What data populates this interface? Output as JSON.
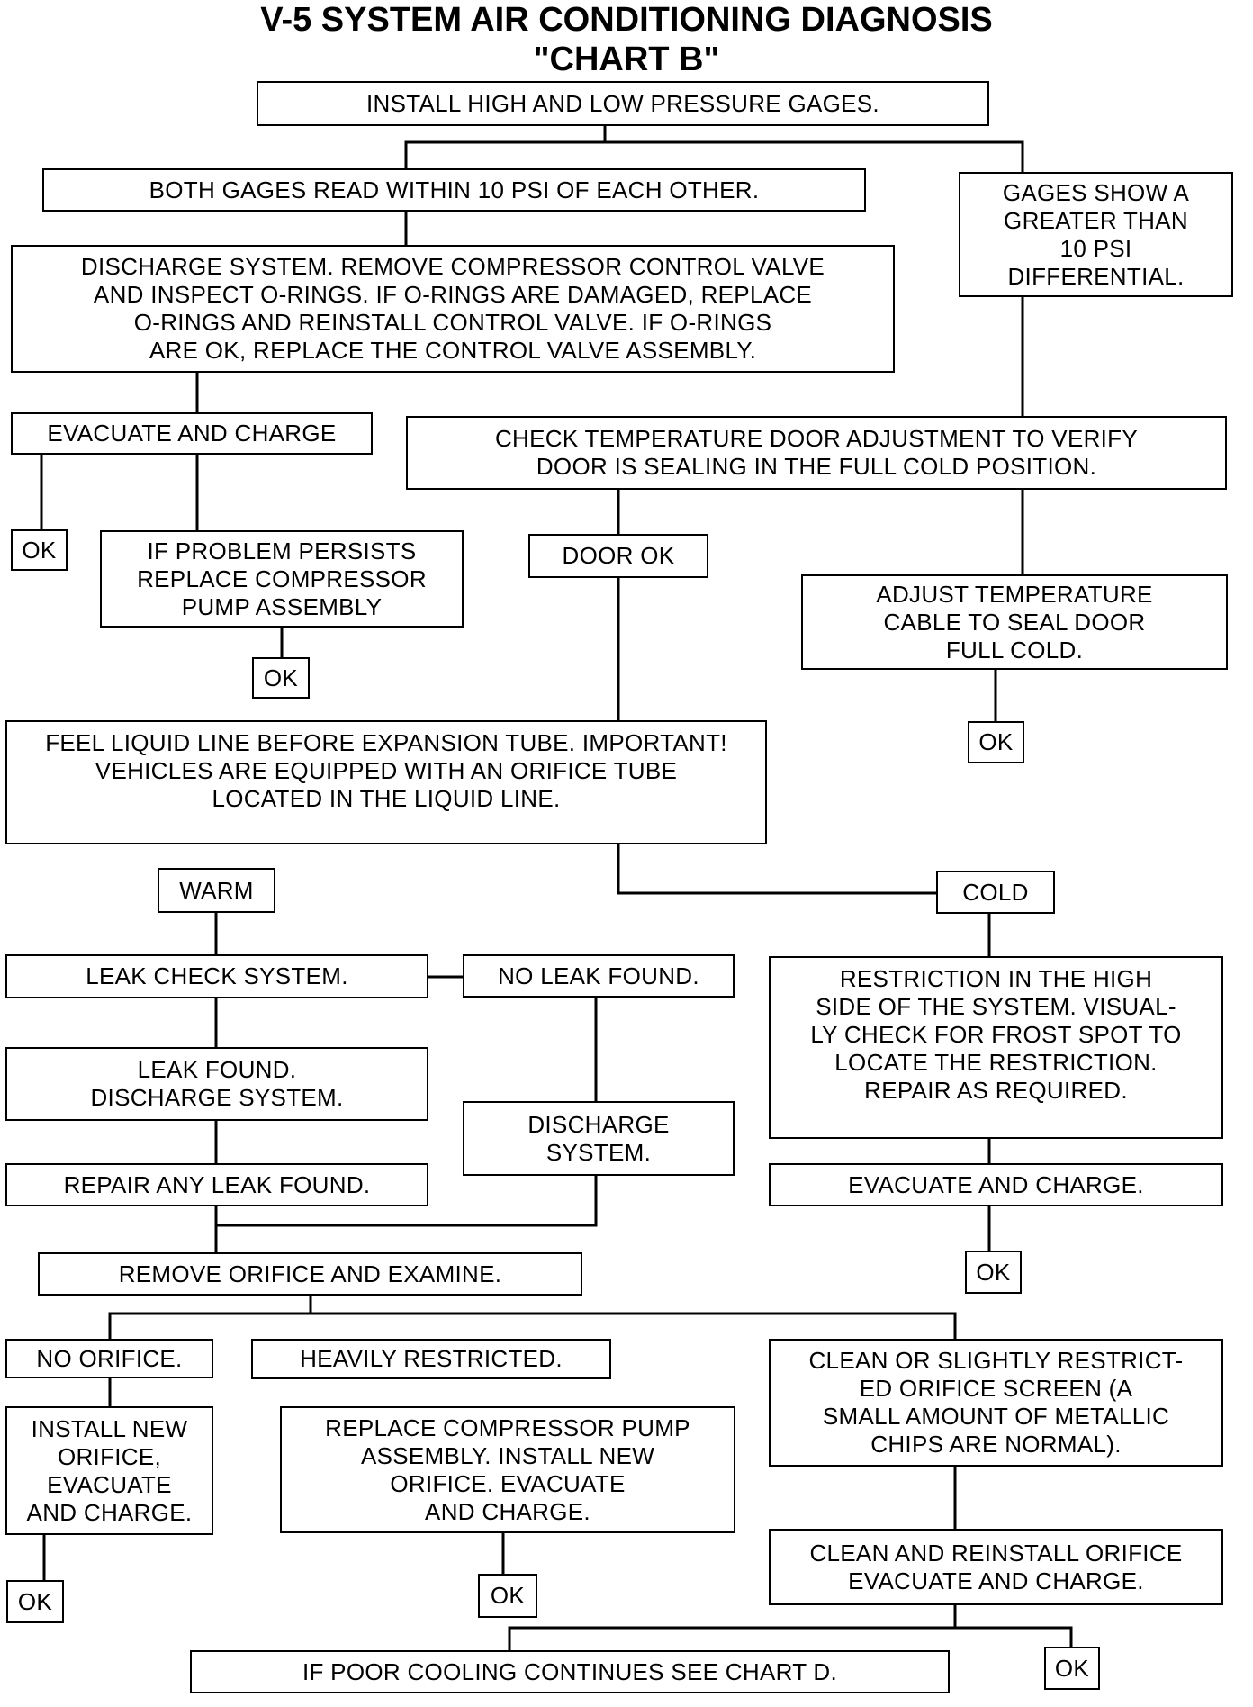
{
  "title": {
    "line1": "V-5 SYSTEM AIR CONDITIONING DIAGNOSIS",
    "line2": "\"CHART B\""
  },
  "nodes": {
    "install_gages": "INSTALL HIGH AND LOW PRESSURE GAGES.",
    "both_within_10": "BOTH GAGES READ WITHIN 10 PSI OF EACH OTHER.",
    "greater_than_10": "GAGES SHOW A\nGREATER THAN\n10 PSI\nDIFFERENTIAL.",
    "discharge_control_valve": "DISCHARGE SYSTEM. REMOVE COMPRESSOR CONTROL VALVE\nAND INSPECT O-RINGS. IF O-RINGS ARE DAMAGED, REPLACE\nO-RINGS AND REINSTALL CONTROL VALVE. IF O-RINGS\nARE OK, REPLACE THE CONTROL VALVE ASSEMBLY.",
    "evacuate_charge_1": "EVACUATE AND CHARGE",
    "check_temp_door": "CHECK TEMPERATURE DOOR ADJUSTMENT TO VERIFY\nDOOR IS SEALING IN THE FULL COLD POSITION.",
    "ok_1": "OK",
    "problem_persists": "IF PROBLEM PERSISTS\nREPLACE COMPRESSOR\nPUMP ASSEMBLY",
    "door_ok": "DOOR OK",
    "adjust_temp_cable": "ADJUST TEMPERATURE\nCABLE TO SEAL DOOR\nFULL COLD.",
    "ok_2": "OK",
    "ok_3": "OK",
    "feel_liquid_line": "FEEL LIQUID LINE BEFORE EXPANSION TUBE. IMPORTANT!\nVEHICLES ARE EQUIPPED WITH AN ORIFICE TUBE\nLOCATED IN THE LIQUID LINE.",
    "warm": "WARM",
    "cold": "COLD",
    "leak_check": "LEAK CHECK SYSTEM.",
    "no_leak_found": "NO LEAK FOUND.",
    "restriction_high_side": "RESTRICTION IN THE HIGH\nSIDE OF THE SYSTEM. VISUAL-\nLY CHECK FOR FROST SPOT TO\nLOCATE THE RESTRICTION.\nREPAIR AS REQUIRED.",
    "leak_found": "LEAK FOUND.\nDISCHARGE SYSTEM.",
    "discharge_system": "DISCHARGE\nSYSTEM.",
    "repair_leak": "REPAIR ANY LEAK FOUND.",
    "evacuate_charge_2": "EVACUATE AND CHARGE.",
    "remove_orifice": "REMOVE ORIFICE AND EXAMINE.",
    "ok_4": "OK",
    "no_orifice": "NO ORIFICE.",
    "heavily_restricted": "HEAVILY RESTRICTED.",
    "clean_slightly": "CLEAN OR SLIGHTLY RESTRICT-\nED ORIFICE SCREEN (A\nSMALL AMOUNT OF METALLIC\nCHIPS ARE NORMAL).",
    "install_new_orifice": "INSTALL NEW\nORIFICE,\nEVACUATE\nAND CHARGE.",
    "replace_compressor_pump": "REPLACE COMPRESSOR PUMP\nASSEMBLY. INSTALL NEW\nORIFICE. EVACUATE\nAND CHARGE.",
    "clean_reinstall": "CLEAN AND REINSTALL ORIFICE\nEVACUATE AND CHARGE.",
    "ok_5": "OK",
    "ok_6": "OK",
    "poor_cooling": "IF POOR COOLING CONTINUES SEE CHART D.",
    "ok_7": "OK"
  }
}
